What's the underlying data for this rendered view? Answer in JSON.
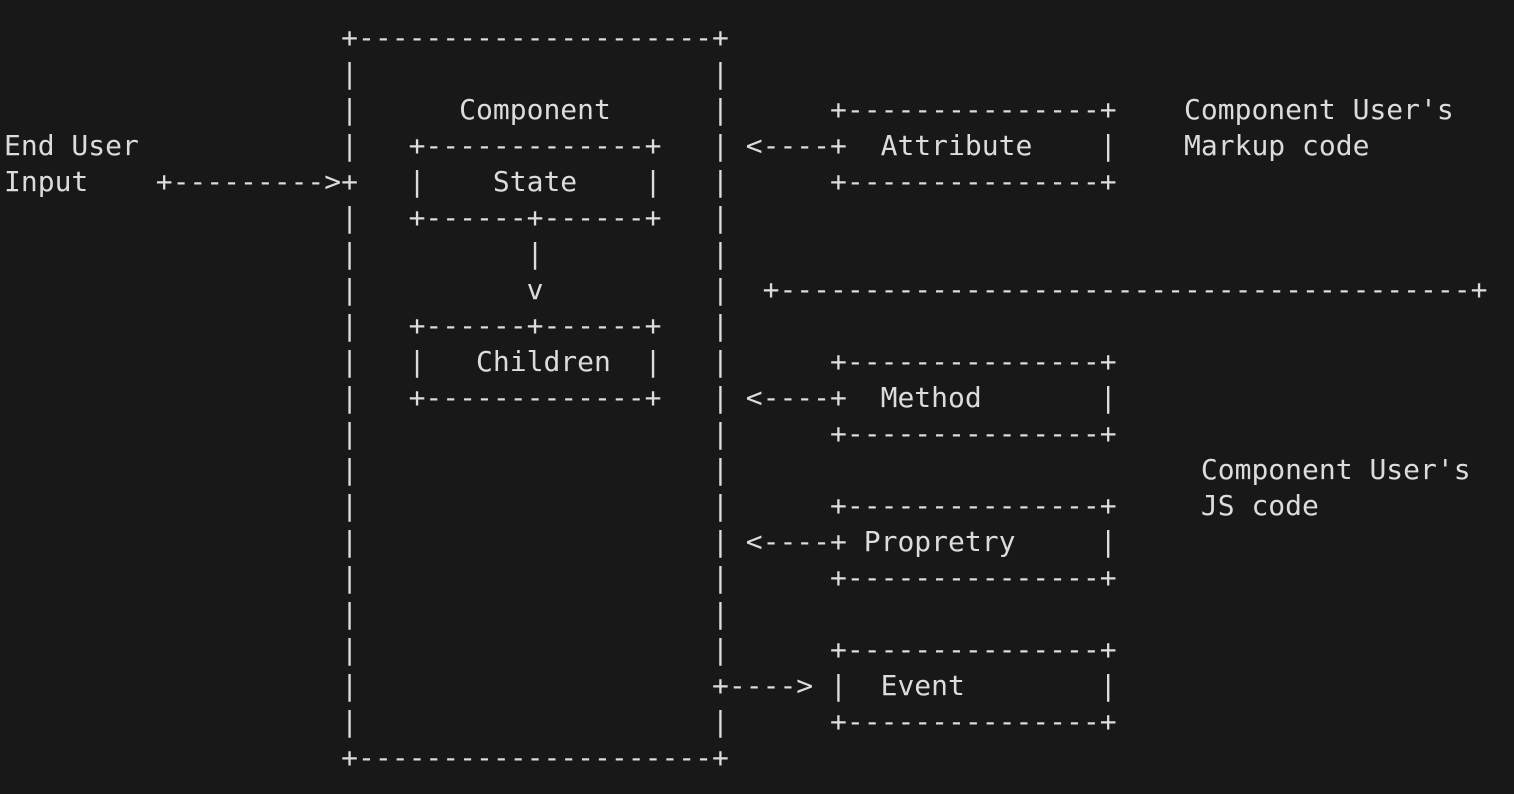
{
  "diagram": {
    "lines": [
      "                    +---------------------+",
      "                    |                     |",
      "                    |      Component      |      +---------------+    Component User's",
      "End User            |   +-------------+   | <----+  Attribute    |    Markup code",
      "Input    +--------->+   |    State    |   |      +---------------+",
      "                    |   +------+------+   |",
      "                    |          |          |",
      "                    |          v          |  +-----------------------------------------+",
      "                    |   +------+------+   |",
      "                    |   |   Children  |   |      +---------------+",
      "                    |   +-------------+   | <----+  Method       |",
      "                    |                     |      +---------------+",
      "                    |                     |                            Component User's",
      "                    |                     |      +---------------+     JS code",
      "                    |                     | <----+ Propretry     |",
      "                    |                     |      +---------------+",
      "                    |                     |",
      "                    |                     |      +---------------+",
      "                    |                     +----> |  Event        |",
      "                    |                     |      +---------------+",
      "                    +---------------------+"
    ]
  }
}
